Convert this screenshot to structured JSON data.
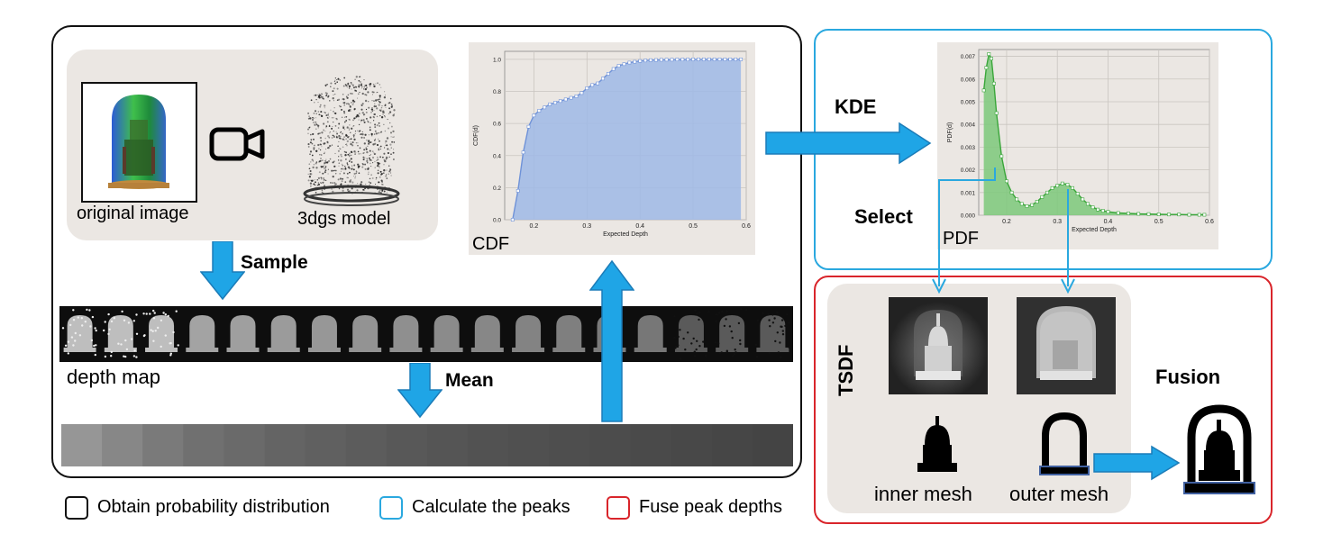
{
  "left_panel": {
    "original_image_label": "original image",
    "model_label": "3dgs model",
    "sample_label": "Sample",
    "depth_map_label": "depth map",
    "mean_label": "Mean",
    "depth_strip_count": 18,
    "mean_strip_gray_levels": [
      150,
      135,
      122,
      112,
      106,
      100,
      96,
      92,
      88,
      85,
      82,
      80,
      78,
      76,
      74,
      72,
      70,
      68
    ]
  },
  "cdf_chart": {
    "corner_label": "CDF",
    "xlabel": "Expected Depth",
    "ylabel": "CDF(d)",
    "x_ticks": [
      "0.2",
      "0.3",
      "0.4",
      "0.5",
      "0.6"
    ],
    "y_ticks": [
      "0.0",
      "0.2",
      "0.4",
      "0.6",
      "0.8",
      "1.0"
    ]
  },
  "pdf_chart": {
    "corner_label": "PDF",
    "xlabel": "Expected Depth",
    "ylabel": "PDF(d)",
    "x_ticks": [
      "0.2",
      "0.3",
      "0.4",
      "0.5",
      "0.6"
    ],
    "y_ticks": [
      "0.000",
      "0.001",
      "0.002",
      "0.003",
      "0.004",
      "0.005",
      "0.006",
      "0.007"
    ]
  },
  "chart_data": [
    {
      "type": "area",
      "xlabel": "Expected Depth",
      "ylabel": "CDF(d)",
      "xlim": [
        0.145,
        0.6
      ],
      "ylim": [
        0,
        1.05
      ],
      "grid": true,
      "x": [
        0.16,
        0.17,
        0.18,
        0.19,
        0.2,
        0.21,
        0.22,
        0.23,
        0.24,
        0.25,
        0.26,
        0.27,
        0.28,
        0.29,
        0.3,
        0.31,
        0.32,
        0.33,
        0.34,
        0.35,
        0.36,
        0.37,
        0.38,
        0.39,
        0.4,
        0.41,
        0.42,
        0.43,
        0.44,
        0.45,
        0.46,
        0.47,
        0.48,
        0.49,
        0.5,
        0.51,
        0.52,
        0.53,
        0.54,
        0.55,
        0.56,
        0.57,
        0.58,
        0.59
      ],
      "y": [
        0.0,
        0.18,
        0.42,
        0.58,
        0.65,
        0.68,
        0.7,
        0.72,
        0.73,
        0.74,
        0.75,
        0.76,
        0.77,
        0.79,
        0.82,
        0.84,
        0.85,
        0.88,
        0.91,
        0.94,
        0.96,
        0.97,
        0.98,
        0.985,
        0.99,
        0.993,
        0.995,
        0.996,
        0.997,
        0.998,
        0.998,
        0.999,
        0.999,
        0.999,
        1.0,
        1.0,
        1.0,
        1.0,
        1.0,
        1.0,
        1.0,
        1.0,
        1.0,
        1.0
      ]
    },
    {
      "type": "area",
      "xlabel": "Expected Depth",
      "ylabel": "PDF(d)",
      "xlim": [
        0.145,
        0.6
      ],
      "ylim": [
        0,
        0.0073
      ],
      "grid": true,
      "x": [
        0.155,
        0.16,
        0.165,
        0.17,
        0.175,
        0.18,
        0.19,
        0.2,
        0.21,
        0.22,
        0.23,
        0.24,
        0.25,
        0.26,
        0.27,
        0.28,
        0.29,
        0.3,
        0.31,
        0.32,
        0.33,
        0.34,
        0.35,
        0.36,
        0.37,
        0.38,
        0.39,
        0.4,
        0.42,
        0.44,
        0.46,
        0.48,
        0.5,
        0.52,
        0.54,
        0.56,
        0.58,
        0.59
      ],
      "y": [
        0.0055,
        0.0065,
        0.0071,
        0.0069,
        0.0058,
        0.0045,
        0.0026,
        0.0015,
        0.001,
        0.0007,
        0.0005,
        0.0004,
        0.00045,
        0.0006,
        0.0008,
        0.001,
        0.0012,
        0.0013,
        0.0014,
        0.00135,
        0.0012,
        0.00095,
        0.0007,
        0.0005,
        0.00035,
        0.00025,
        0.0002,
        0.00015,
        0.0001,
        8e-05,
        6e-05,
        5e-05,
        4e-05,
        3e-05,
        3e-05,
        2e-05,
        2e-05,
        2e-05
      ]
    }
  ],
  "right_top": {
    "kde_label": "KDE",
    "select_label": "Select"
  },
  "right_bottom": {
    "tsdf_label": "TSDF",
    "inner_mesh_label": "inner mesh",
    "outer_mesh_label": "outer mesh",
    "fusion_label": "Fusion"
  },
  "legend": {
    "black_label": "Obtain probability distribution",
    "blue_label": "Calculate the peaks",
    "red_label": "Fuse peak depths"
  },
  "colors": {
    "panel_fill": "#ebe7e3",
    "arrow_blue": "#1fa5e6",
    "cyan_frame": "#2aa8df",
    "red_frame": "#d9252b",
    "cdf_fill": "#9fb8e6",
    "pdf_fill": "#7dc87a"
  }
}
